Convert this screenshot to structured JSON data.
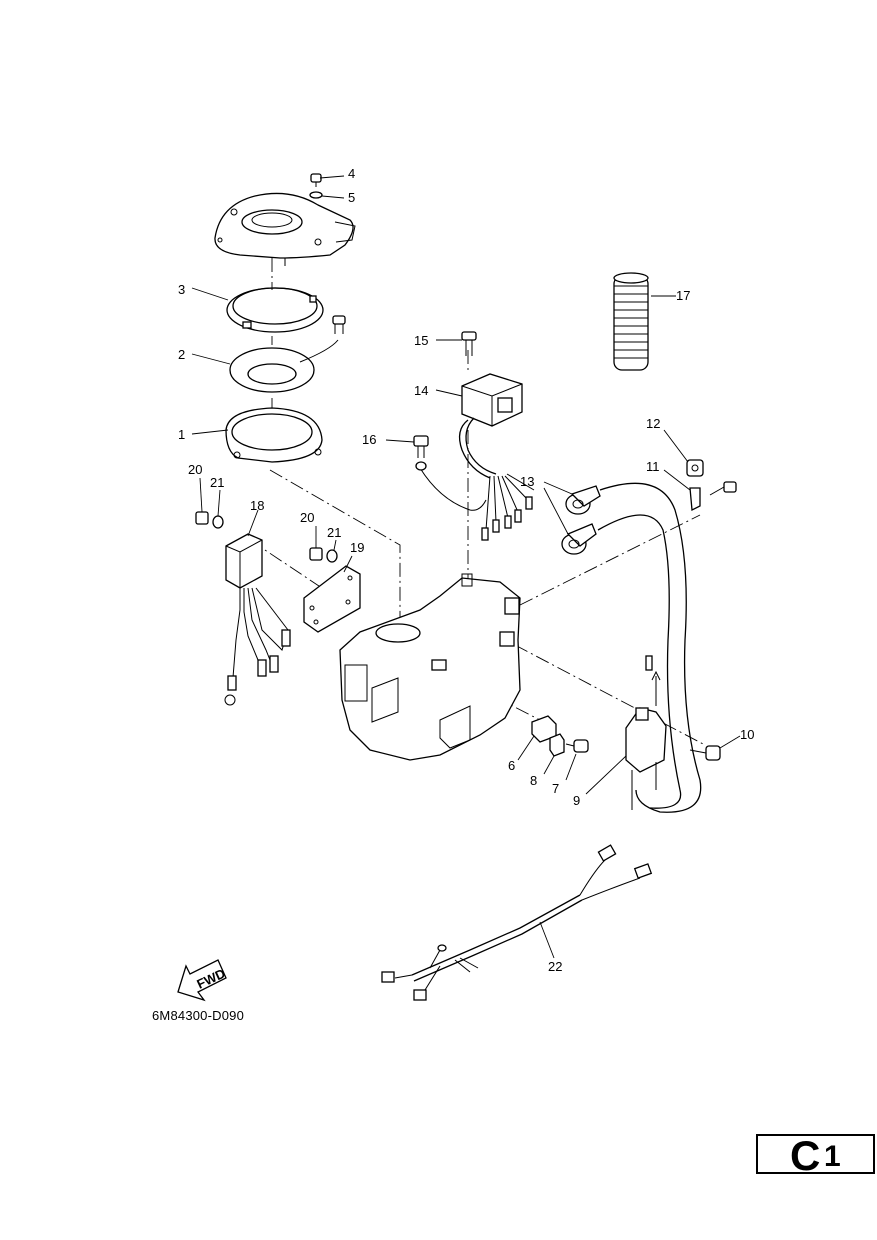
{
  "reference_code": "6M84300-D090",
  "fwd_label": "FWD",
  "section": {
    "letter": "C",
    "number": "1"
  },
  "callouts": [
    {
      "id": "c1",
      "text": "1"
    },
    {
      "id": "c2",
      "text": "2"
    },
    {
      "id": "c3",
      "text": "3"
    },
    {
      "id": "c4",
      "text": "4"
    },
    {
      "id": "c5",
      "text": "5"
    },
    {
      "id": "c6",
      "text": "6"
    },
    {
      "id": "c7",
      "text": "7"
    },
    {
      "id": "c8",
      "text": "8"
    },
    {
      "id": "c9",
      "text": "9"
    },
    {
      "id": "c10",
      "text": "10"
    },
    {
      "id": "c11",
      "text": "11"
    },
    {
      "id": "c12",
      "text": "12"
    },
    {
      "id": "c13",
      "text": "13"
    },
    {
      "id": "c14",
      "text": "14"
    },
    {
      "id": "c15",
      "text": "15"
    },
    {
      "id": "c16",
      "text": "16"
    },
    {
      "id": "c17",
      "text": "17"
    },
    {
      "id": "c18",
      "text": "18"
    },
    {
      "id": "c19",
      "text": "19"
    },
    {
      "id": "c20a",
      "text": "20"
    },
    {
      "id": "c21a",
      "text": "21"
    },
    {
      "id": "c20b",
      "text": "20"
    },
    {
      "id": "c21b",
      "text": "21"
    },
    {
      "id": "c22",
      "text": "22"
    }
  ]
}
